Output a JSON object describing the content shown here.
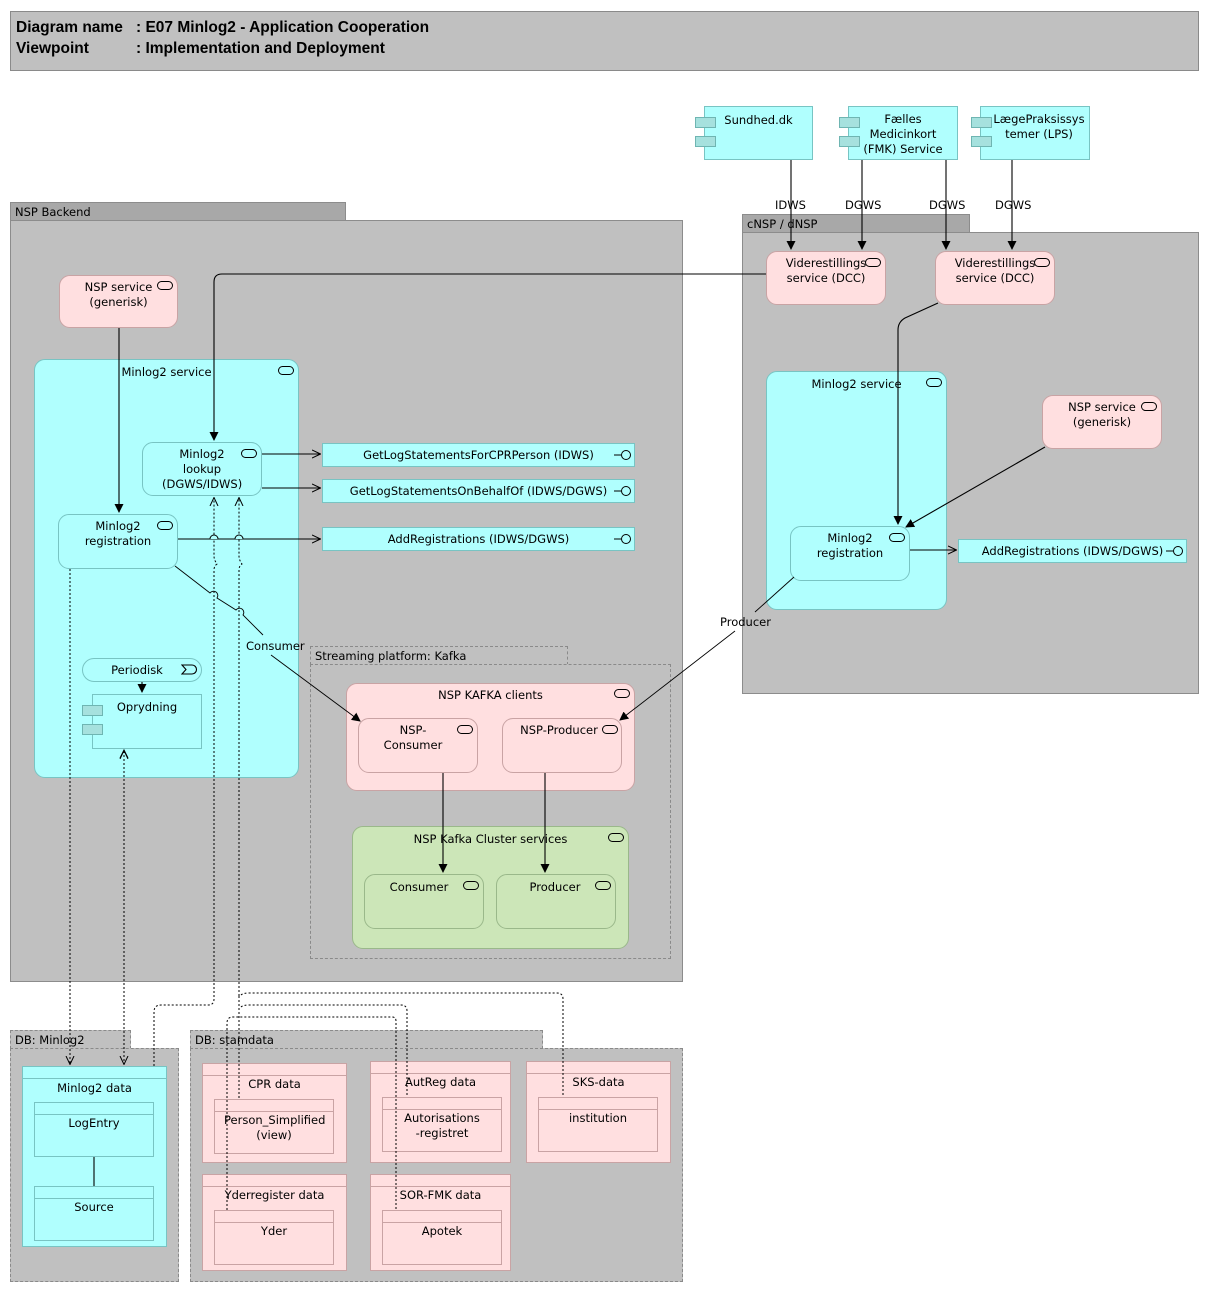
{
  "header": {
    "diagram_name_key": "Diagram name",
    "diagram_name_value": ": E07 Minlog2 - Application Cooperation",
    "viewpoint_key": "Viewpoint",
    "viewpoint_value": ": Implementation and Deployment"
  },
  "external_applications": [
    {
      "label": "Sundhed.dk"
    },
    {
      "label": "Fælles Medicinkort (FMK) Service"
    },
    {
      "label": "LægePraksissystemer (LPS)"
    }
  ],
  "protocol_labels": [
    "IDWS",
    "DGWS",
    "DGWS",
    "DGWS"
  ],
  "groups": {
    "nsp_backend": "NSP Backend",
    "cnsp_dnsp": "cNSP / dNSP",
    "kafka": "Streaming platform: Kafka",
    "db_minlog2": "DB: Minlog2",
    "db_stamdata": "DB: stamdata"
  },
  "nsp_backend": {
    "nsp_service": "NSP service (generisk)",
    "minlog2_service": "Minlog2 service",
    "minlog2_lookup": "Minlog2 lookup (DGWS/IDWS)",
    "minlog2_registration": "Minlog2 registration",
    "periodisk": "Periodisk",
    "oprydning": "Oprydning",
    "interfaces": [
      {
        "label": "GetLogStatementsForCPRPerson   (IDWS)"
      },
      {
        "label": "GetLogStatementsOnBehalfOf  (IDWS/DGWS)"
      },
      {
        "label": "AddRegistrations  (IDWS/DGWS)"
      }
    ]
  },
  "cnsp": {
    "videre_1": "Viderestillings service (DCC)",
    "videre_2": "Viderestillings service (DCC)",
    "minlog2_service": "Minlog2 service",
    "nsp_service": "NSP service (generisk)",
    "minlog2_registration": "Minlog2 registration",
    "interface": "AddRegistrations  (IDWS/DGWS)"
  },
  "relation_labels": {
    "consumer": "Consumer",
    "producer": "Producer"
  },
  "kafka": {
    "clients": "NSP KAFKA clients",
    "nsp_consumer": "NSP-Consumer",
    "nsp_producer": "NSP-Producer",
    "cluster": "NSP Kafka Cluster services",
    "consumer": "Consumer",
    "producer": "Producer"
  },
  "db_minlog2": {
    "data": "Minlog2 data",
    "tables": [
      "LogEntry",
      "Source"
    ]
  },
  "db_stamdata": {
    "groups": [
      {
        "label": "CPR data",
        "table": "Person_Simplified (view)"
      },
      {
        "label": "AutReg data",
        "table": "Autorisations-registret"
      },
      {
        "label": "SKS-data",
        "table": "institution"
      },
      {
        "label": "Yderregister data",
        "table": "Yder"
      },
      {
        "label": "SOR-FMK data",
        "table": "Apotek"
      }
    ]
  },
  "colors": {
    "app_service_pink": "#ffdfe0",
    "app_cyan": "#b0fffe",
    "tech_green": "#cce6b8",
    "group_gray": "#c0c0c0"
  }
}
